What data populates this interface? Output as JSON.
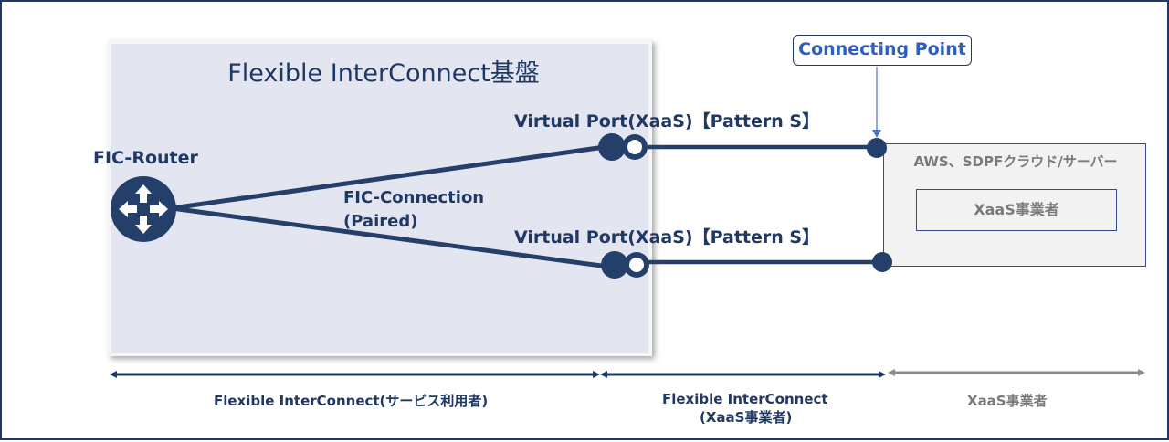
{
  "platform": {
    "title": "Flexible InterConnect基盤"
  },
  "router": {
    "label": "FIC-Router",
    "icon": "router-icon"
  },
  "connection": {
    "label_line1": "FIC-Connection",
    "label_line2": "(Paired)"
  },
  "ports": [
    {
      "label": "Virtual Port(XaaS)【Pattern S】"
    },
    {
      "label": "Virtual Port(XaaS)【Pattern S】"
    }
  ],
  "connecting_point": {
    "label": "Connecting Point"
  },
  "provider": {
    "title": "AWS、SDPFクラウド/サーバー",
    "inner_label": "XaaS事業者"
  },
  "ranges": [
    {
      "label": "Flexible InterConnect(サービス利用者)"
    },
    {
      "label_line1": "Flexible InterConnect",
      "label_line2": "(XaaS事業者)"
    },
    {
      "label": "XaaS事業者"
    }
  ],
  "colors": {
    "navy": "#1f3864",
    "link": "#243f6a",
    "platform_bg": "#e3e6f0",
    "connecting_point_text": "#2e5fbf",
    "gray_text": "#7a7a7a",
    "gray_arrow": "#8c8c8c"
  }
}
